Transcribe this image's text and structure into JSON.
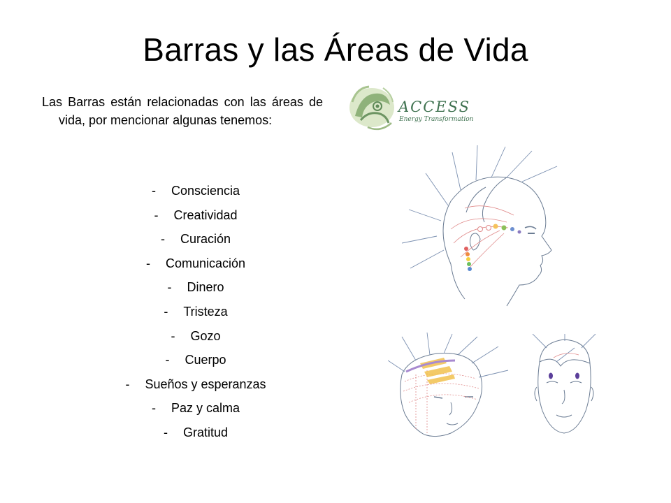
{
  "slide": {
    "title": "Barras y las Áreas de Vida",
    "intro": "Las Barras están relacionadas con las áreas de vida, por mencionar algunas tenemos:",
    "bullet_marker": "-",
    "items": [
      "Consciencia",
      "Creatividad",
      "Curación",
      "Comunicación",
      "Dinero",
      "Tristeza",
      "Gozo",
      "Cuerpo",
      "Sueños y esperanzas",
      "Paz y calma",
      "Gratitud"
    ]
  },
  "logo": {
    "name": "ACCESS",
    "tagline": "Energy Transformation",
    "color": "#3f7250"
  },
  "illustrations": {
    "icons": [
      "head-side-diagram-icon",
      "head-top-diagram-icon",
      "head-front-diagram-icon"
    ]
  },
  "colors": {
    "text": "#000000",
    "background": "#ffffff",
    "line_blue": "#4a6fa5",
    "line_red": "#e07a7a",
    "bar_yellow": "#f2c14e"
  }
}
